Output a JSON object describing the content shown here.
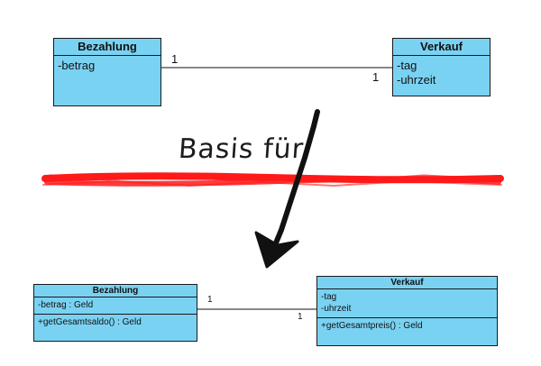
{
  "top": {
    "bezahlung": {
      "name": "Bezahlung",
      "attributes": [
        "-betrag"
      ]
    },
    "verkauf": {
      "name": "Verkauf",
      "attributes": [
        "-tag",
        "-uhrzeit"
      ]
    },
    "mult_left": "1",
    "mult_right": "1"
  },
  "note": "Basis für",
  "bottom": {
    "bezahlung": {
      "name": "Bezahlung",
      "attributes": [
        "-betrag : Geld"
      ],
      "operations": [
        "+getGesamtsaldo() : Geld"
      ]
    },
    "verkauf": {
      "name": "Verkauf",
      "attributes": [
        "-tag",
        "-uhrzeit"
      ],
      "operations": [
        "+getGesamtpreis() : Geld"
      ]
    },
    "mult_left": "1",
    "mult_right": "1"
  },
  "colors": {
    "class_fill": "#7ad2f2",
    "divider_red": "#ff1a1a",
    "arrow": "#111111"
  }
}
